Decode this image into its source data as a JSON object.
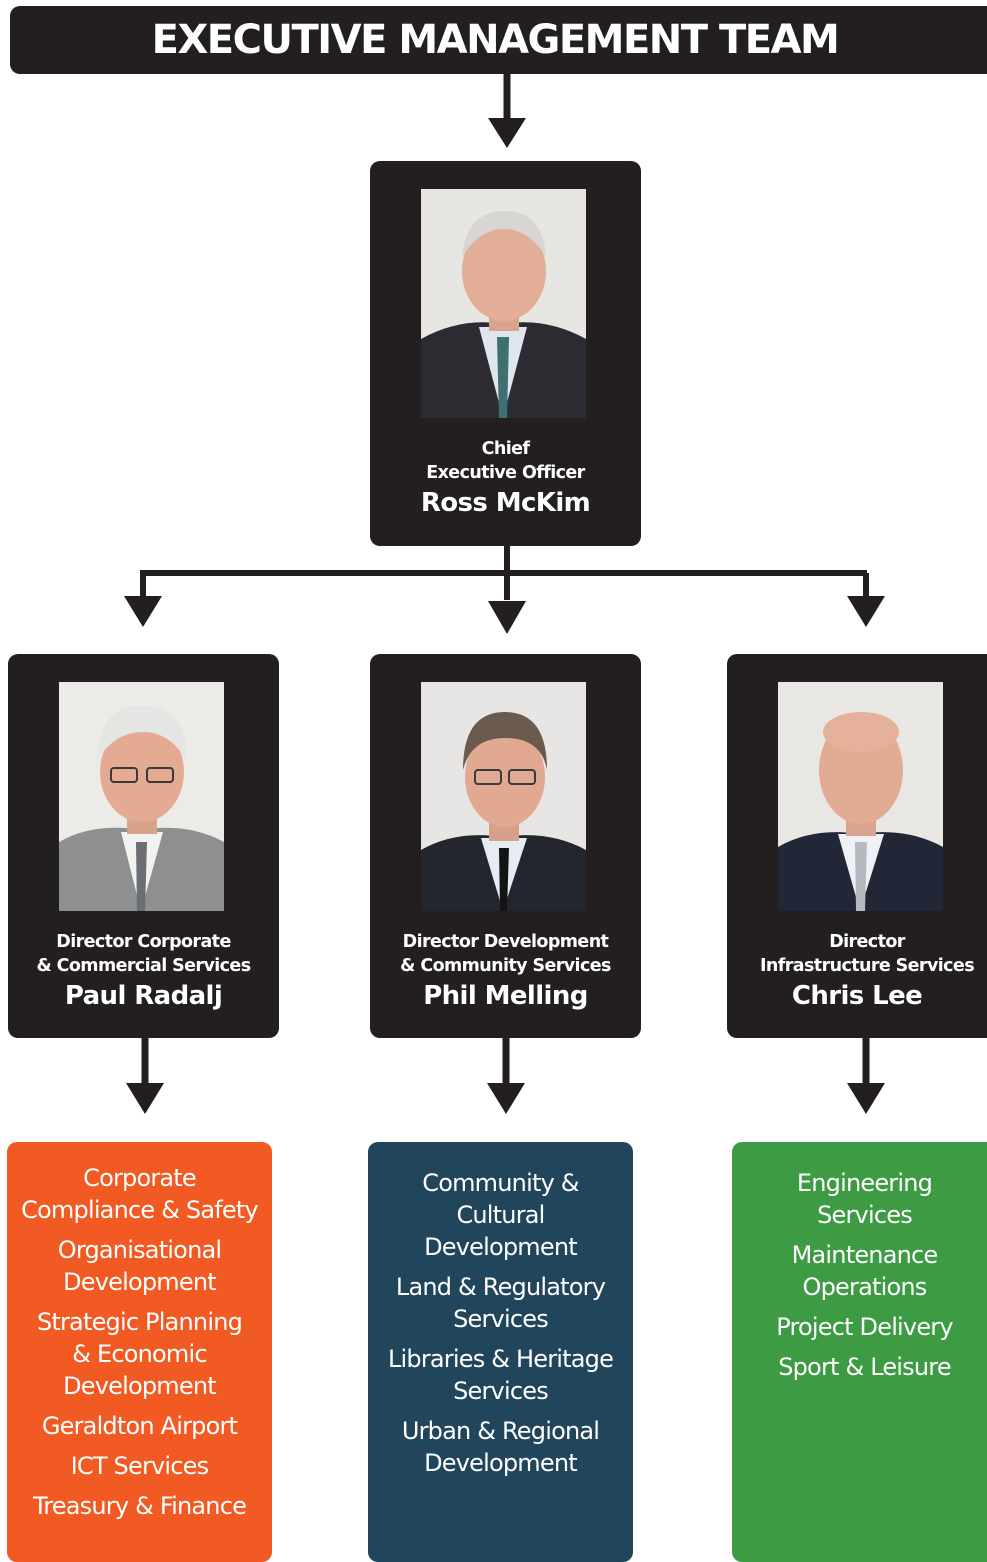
{
  "header": {
    "title": "EXECUTIVE MANAGEMENT TEAM"
  },
  "ceo": {
    "role": "Chief\nExecutive Officer",
    "name": "Ross McKim",
    "photo": "portrait-ross-mckim"
  },
  "directors": [
    {
      "role": "Director Corporate\n& Commercial Services",
      "name": "Paul Radalj",
      "photo": "portrait-paul-radalj"
    },
    {
      "role": "Director Development\n& Community Services",
      "name": "Phil Melling",
      "photo": "portrait-phil-melling"
    },
    {
      "role": "Director\nInfrastructure Services",
      "name": "Chris Lee",
      "photo": "portrait-chris-lee"
    }
  ],
  "service_groups": [
    {
      "color": "#f15a22",
      "items": [
        "Corporate\nCompliance & Safety",
        "Organisational\nDevelopment",
        "Strategic Planning\n& Economic\nDevelopment",
        "Geraldton Airport",
        "ICT Services",
        "Treasury & Finance"
      ]
    },
    {
      "color": "#21455a",
      "items": [
        "Community &\nCultural\nDevelopment",
        "Land & Regulatory\nServices",
        "Libraries & Heritage\nServices",
        "Urban & Regional\nDevelopment"
      ]
    },
    {
      "color": "#3d9b43",
      "items": [
        "Engineering\nServices",
        "Maintenance\nOperations",
        "Project Delivery",
        "Sport & Leisure"
      ]
    }
  ],
  "colors": {
    "card": "#231f20",
    "connector": "#231f20"
  }
}
